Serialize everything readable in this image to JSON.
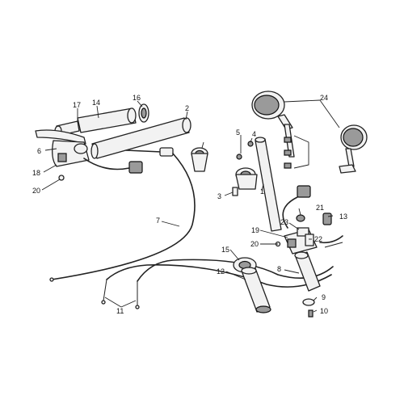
{
  "callouts": {
    "c1": "1",
    "c2": "2",
    "c3": "3",
    "c4": "4",
    "c5": "5",
    "c6": "6",
    "c7": "7",
    "c8": "8",
    "c9": "9",
    "c10": "10",
    "c11": "11",
    "c12": "12",
    "c13": "13",
    "c14": "14",
    "c15": "15",
    "c16": "16",
    "c17": "17",
    "c18": "18",
    "c19": "19",
    "c20a": "20",
    "c20b": "20",
    "c21": "21",
    "c22": "22",
    "c23": "23",
    "c24": "24"
  }
}
